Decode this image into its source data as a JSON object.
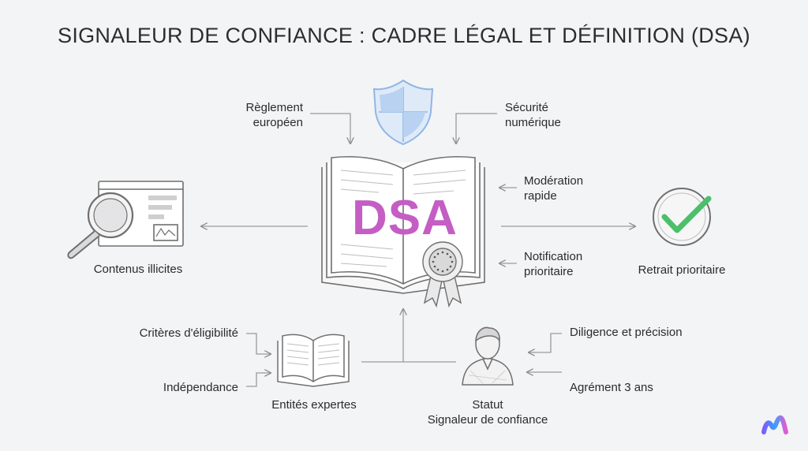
{
  "title": "SIGNALEUR DE CONFIANCE : CADRE LÉGAL ET DÉFINITION (DSA)",
  "center_label": "DSA",
  "nodes": {
    "reglement": [
      "Règlement",
      "européen"
    ],
    "securite": [
      "Sécurité",
      "numérique"
    ],
    "moderation": [
      "Modération",
      "rapide"
    ],
    "notification": [
      "Notification",
      "prioritaire"
    ],
    "contenus": "Contenus illicites",
    "retrait": "Retrait prioritaire",
    "criteres": "Critères d'éligibilité",
    "independance": "Indépendance",
    "entites": "Entités expertes",
    "statut": [
      "Statut",
      "Signaleur de confiance"
    ],
    "diligence": "Diligence et précision",
    "agrement": "Agrément 3 ans"
  },
  "colors": {
    "dsa": "#c45dc4",
    "shield": "#8fb6e6",
    "check": "#4cbf6a",
    "line": "#9a9a9a"
  },
  "icons": [
    "shield-icon",
    "open-book-icon",
    "seal-icon",
    "magnifier-webpage-icon",
    "checkmark-icon",
    "small-book-icon",
    "person-icon",
    "brand-logo-icon"
  ]
}
